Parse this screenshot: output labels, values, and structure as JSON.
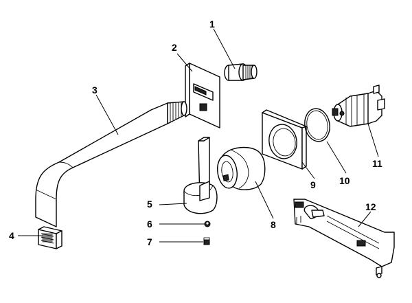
{
  "callouts": [
    {
      "id": "1",
      "part": "threaded-nipple"
    },
    {
      "id": "2",
      "part": "square-wall-plate-with-outlet"
    },
    {
      "id": "3",
      "part": "spout"
    },
    {
      "id": "4",
      "part": "aerator"
    },
    {
      "id": "5",
      "part": "lever-handle"
    },
    {
      "id": "6",
      "part": "set-screw"
    },
    {
      "id": "7",
      "part": "hex-plug"
    },
    {
      "id": "8",
      "part": "cylindrical-sleeve"
    },
    {
      "id": "9",
      "part": "square-escutcheon"
    },
    {
      "id": "10",
      "part": "o-ring"
    },
    {
      "id": "11",
      "part": "cartridge"
    },
    {
      "id": "12",
      "part": "mounting-template"
    }
  ]
}
